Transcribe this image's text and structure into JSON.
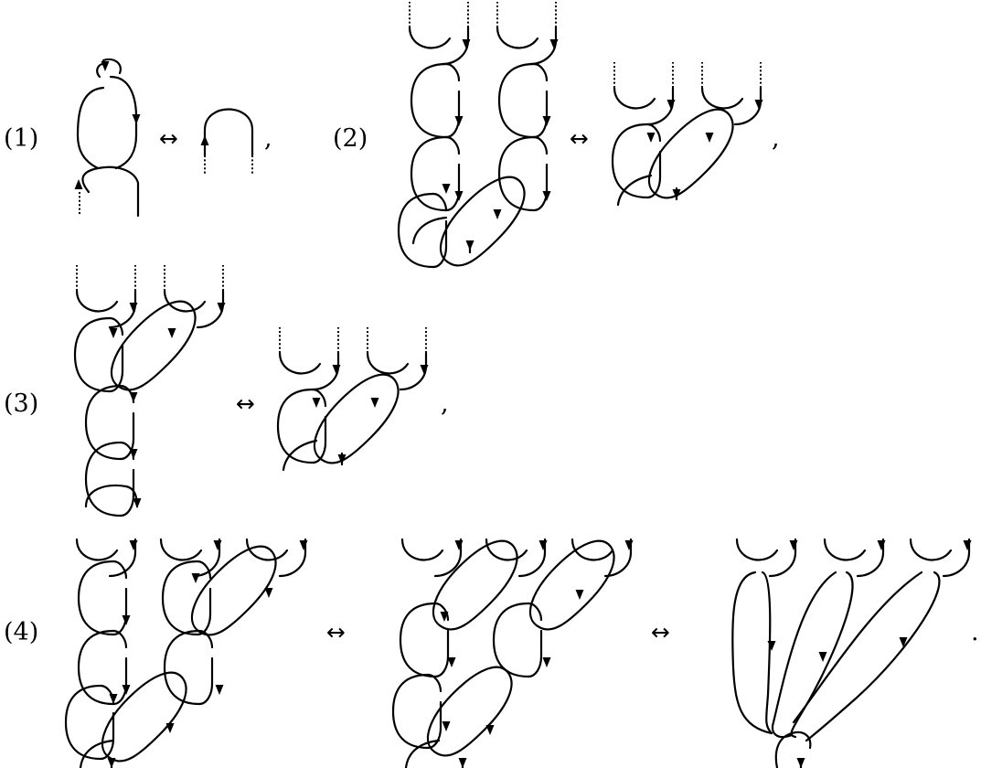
{
  "relations": [
    {
      "id": "1",
      "label": "(1)",
      "equiv": "↔",
      "trail": ","
    },
    {
      "id": "2",
      "label": "(2)",
      "equiv": "↔",
      "trail": ","
    },
    {
      "id": "3",
      "label": "(3)",
      "equiv": "↔",
      "trail": ","
    },
    {
      "id": "4",
      "label": "(4)",
      "equiv": [
        "↔",
        "↔"
      ],
      "trail": "."
    }
  ],
  "colors": {
    "ink": "#000000",
    "background": "#ffffff"
  }
}
